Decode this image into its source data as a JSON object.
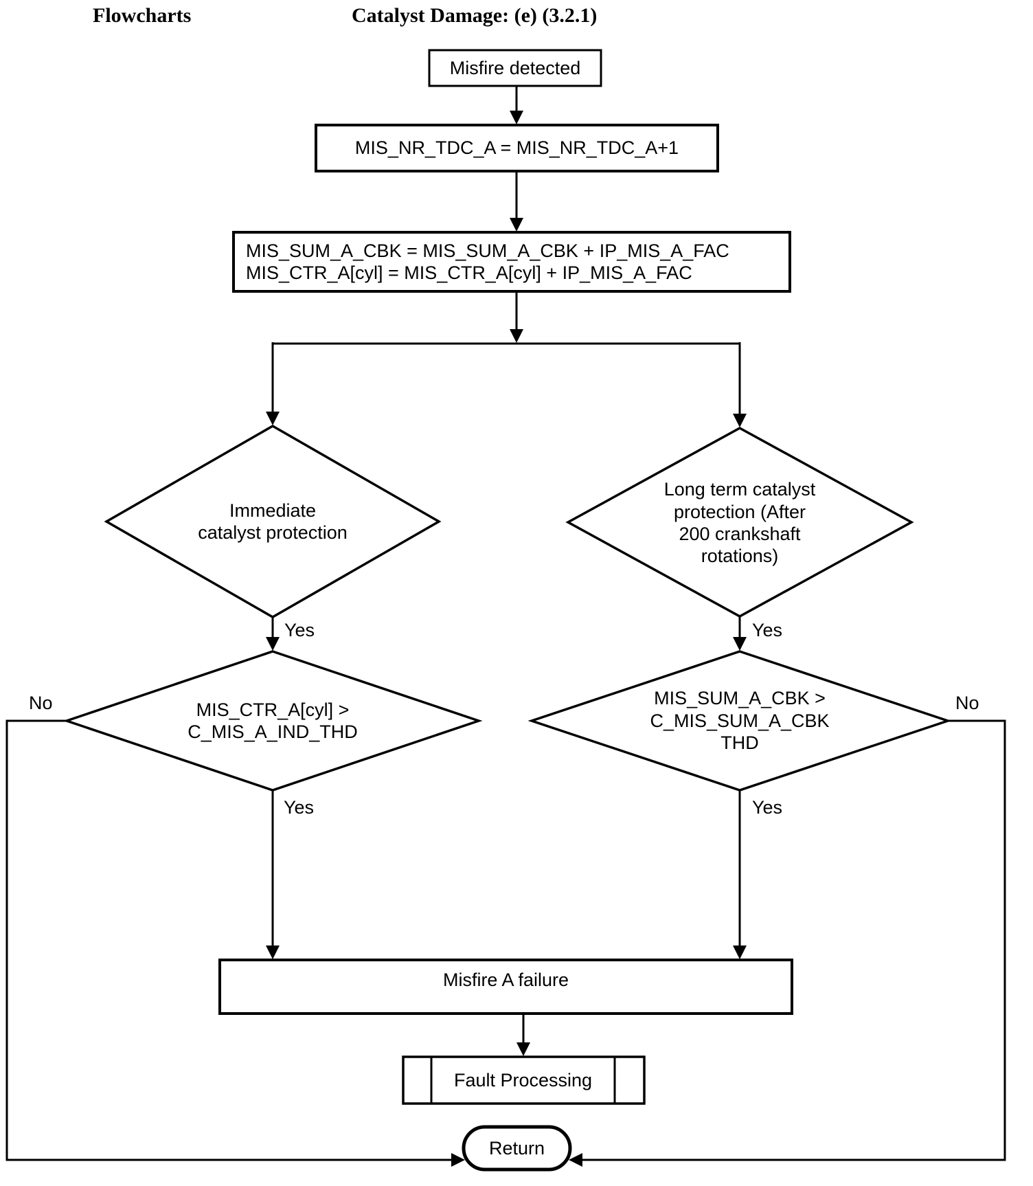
{
  "page": {
    "section_label": "Flowcharts",
    "title": "Catalyst Damage: (e) (3.2.1)"
  },
  "flow": {
    "start": {
      "label": "Misfire detected"
    },
    "step_increment": {
      "label": "MIS_NR_TDC_A = MIS_NR_TDC_A+1"
    },
    "step_accumulate": {
      "lines": [
        "MIS_SUM_A_CBK = MIS_SUM_A_CBK + IP_MIS_A_FAC",
        "MIS_CTR_A[cyl] = MIS_CTR_A[cyl] + IP_MIS_A_FAC"
      ]
    },
    "decision_immediate": {
      "lines": [
        "Immediate",
        "catalyst protection"
      ],
      "yes_label": "Yes"
    },
    "decision_long_term": {
      "lines": [
        "Long term catalyst",
        "protection (After",
        "200 crankshaft",
        "rotations)"
      ],
      "yes_label": "Yes"
    },
    "decision_ctr_threshold": {
      "lines": [
        "MIS_CTR_A[cyl] >",
        "C_MIS_A_IND_THD"
      ],
      "yes_label": "Yes",
      "no_label": "No"
    },
    "decision_sum_threshold": {
      "lines": [
        "MIS_SUM_A_CBK >",
        "C_MIS_SUM_A_CBK",
        "THD"
      ],
      "yes_label": "Yes",
      "no_label": "No"
    },
    "step_failure": {
      "label": "Misfire A failure"
    },
    "subroutine_fault": {
      "label": "Fault Processing"
    },
    "terminator_return": {
      "label": "Return"
    }
  },
  "colors": {
    "line": "#000000",
    "text": "#000000",
    "background": "#ffffff"
  }
}
